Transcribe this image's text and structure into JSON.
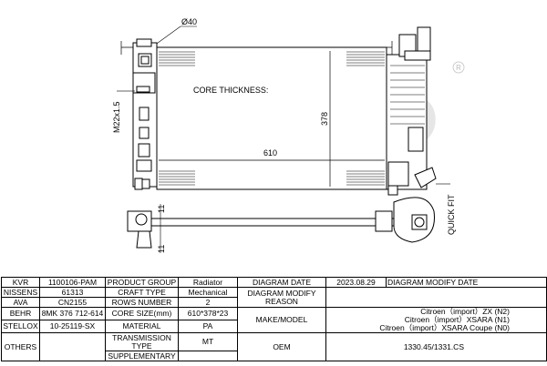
{
  "drawing": {
    "watermark": "KVR",
    "registered_mark": "R",
    "dim_diameter": "Ø40",
    "dim_core_width": "610",
    "dim_core_height": "378",
    "thread_label": "M22x1.5",
    "core_thickness_label": "CORE THICKNESS:",
    "quick_fit_label": "QUICK FIT",
    "dim_offset_top": "11",
    "dim_offset_bottom": "11"
  },
  "table": {
    "r1": {
      "k1": "KVR",
      "v1": "1100106-PAM",
      "k2": "PRODUCT GROUP",
      "v2": "Radiator",
      "k3": "DIAGRAM DATE",
      "v3": "2023.08.29",
      "k4": "DIAGRAM MODIFY DATE",
      "v4": ""
    },
    "r2": {
      "k1": "NISSENS",
      "v1": "61313",
      "k2": "CRAFT TYPE",
      "v2": "Mechanical",
      "k3": "DIAGRAM MODIFY REASON",
      "v3": ""
    },
    "r3": {
      "k1": "AVA",
      "v1": "CN2155",
      "k2": "ROWS NUMBER",
      "v2": "2"
    },
    "r4": {
      "k1": "BEHR",
      "v1": "8MK 376 712-614",
      "k2": "CORE SIZE(mm)",
      "v2": "610*378*23",
      "k3": "MAKE/MODEL",
      "v3a": "Citroen（import）ZX (N2)",
      "v3b": "Citroen（import）XSARA (N1)",
      "v3c": "Citroen（import）XSARA Coupe (N0)"
    },
    "r5": {
      "k1": "STELLOX",
      "v1": "10-25119-SX",
      "k2": "MATERIAL",
      "v2": "PA"
    },
    "r6": {
      "k1": "OTHERS",
      "v1": "",
      "k2": "TRANSMISSION TYPE",
      "v2": "MT",
      "k3": "OEM",
      "v3": "1330.45/1331.CS"
    },
    "r7": {
      "k2": "SUPPLEMENTARY",
      "v2": ""
    }
  }
}
